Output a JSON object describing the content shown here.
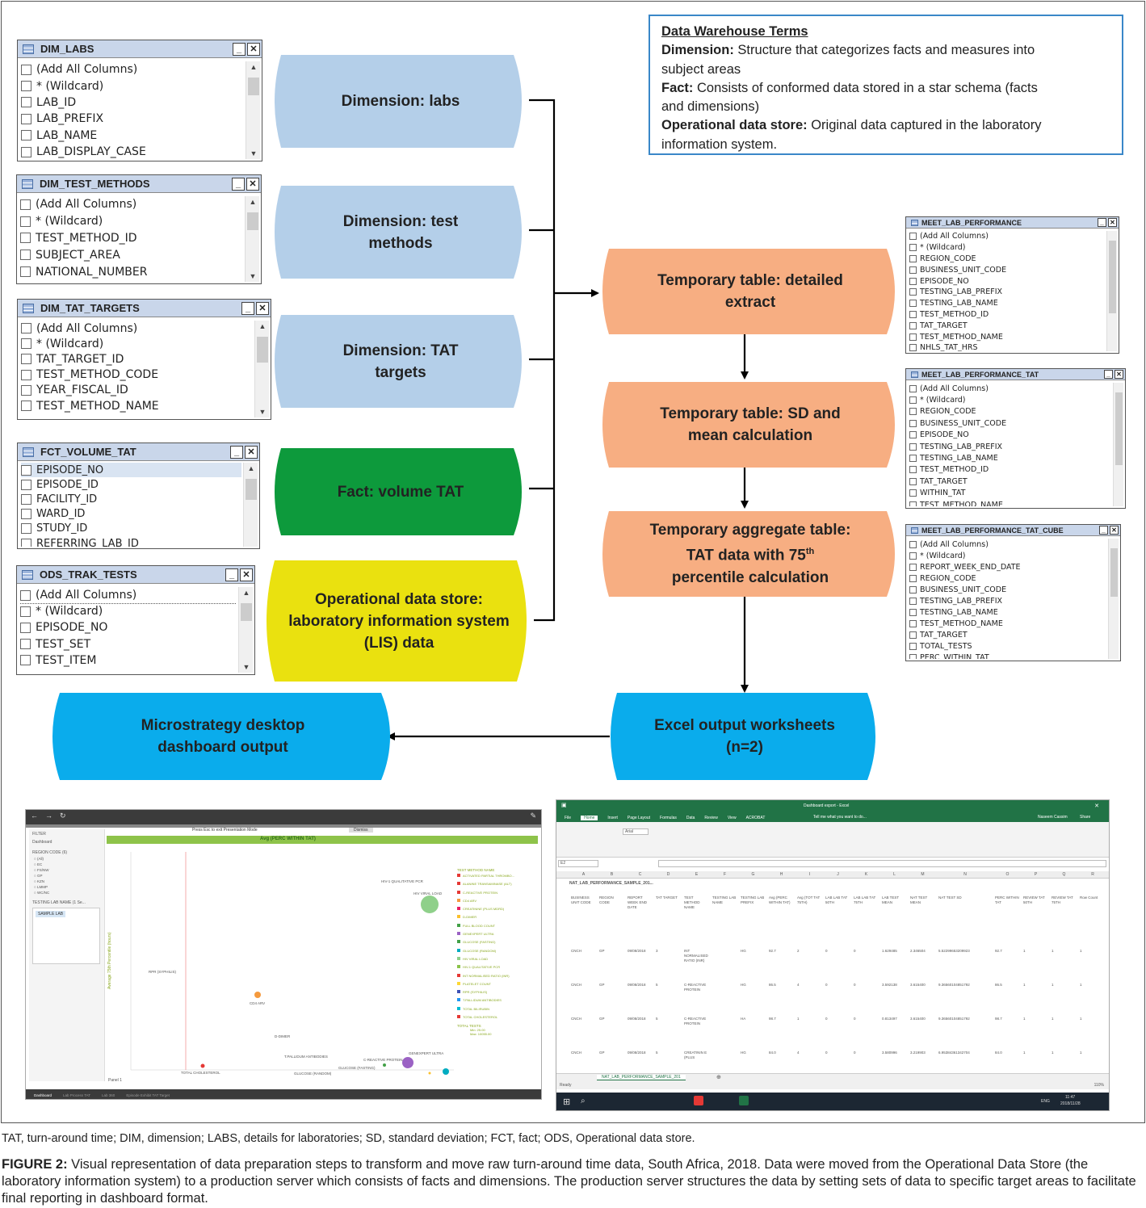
{
  "terms": {
    "heading": "Data Warehouse Terms",
    "items": [
      {
        "term": "Dimension:",
        "def": " Structure that categorizes facts and measures into subject areas"
      },
      {
        "term": "Fact:",
        "def": " Consists of conformed data stored in a star schema (facts and dimensions)"
      },
      {
        "term": "Operational data store:",
        "def": " Original data captured in the laboratory information system."
      }
    ]
  },
  "sources": [
    {
      "label": "Dimension: labs",
      "color": "#b4cfe9"
    },
    {
      "label": "Dimension: test\nmethods",
      "color": "#b4cfe9"
    },
    {
      "label": "Dimension: TAT\ntargets",
      "color": "#b4cfe9"
    },
    {
      "label": "Fact: volume TAT",
      "color": "#0d9a3c"
    },
    {
      "label": "Operational data store:\nlaboratory information system\n(LIS) data",
      "color": "#eae10f"
    }
  ],
  "steps": [
    {
      "label": "Temporary table: detailed\nextract",
      "color": "#f7ae82"
    },
    {
      "label": "Temporary table: SD and\nmean calculation",
      "color": "#f7ae82"
    },
    {
      "label": "Temporary aggregate table:\nTAT data with 75th\npercentile calculation",
      "color": "#f7ae82"
    }
  ],
  "outputs": [
    {
      "label": "Excel output worksheets\n(n=2)",
      "color": "#0aacec"
    },
    {
      "label": "Microstrategy desktop\ndashboard output",
      "color": "#0aacec"
    }
  ],
  "left_windows": [
    {
      "title": "DIM_LABS",
      "rows": [
        "(Add All Columns)",
        "* (Wildcard)",
        "LAB_ID",
        "LAB_PREFIX",
        "LAB_NAME",
        "LAB_DISPLAY_CASE"
      ]
    },
    {
      "title": "DIM_TEST_METHODS",
      "rows": [
        "(Add All Columns)",
        "* (Wildcard)",
        "TEST_METHOD_ID",
        "SUBJECT_AREA",
        "NATIONAL_NUMBER"
      ]
    },
    {
      "title": "DIM_TAT_TARGETS",
      "rows": [
        "(Add All Columns)",
        "* (Wildcard)",
        "TAT_TARGET_ID",
        "TEST_METHOD_CODE",
        "YEAR_FISCAL_ID",
        "TEST_METHOD_NAME"
      ]
    },
    {
      "title": "FCT_VOLUME_TAT",
      "rows": [
        "EPISODE_NO",
        "EPISODE_ID",
        "FACILITY_ID",
        "WARD_ID",
        "STUDY_ID",
        "REFERRING_LAB_ID"
      ]
    },
    {
      "title": "ODS_TRAK_TESTS",
      "rows": [
        "(Add All Columns)",
        "* (Wildcard)",
        "EPISODE_NO",
        "TEST_SET",
        "TEST_ITEM"
      ]
    }
  ],
  "right_windows": [
    {
      "title": "MEET_LAB_PERFORMANCE",
      "rows": [
        "(Add All Columns)",
        "* (Wildcard)",
        "REGION_CODE",
        "BUSINESS_UNIT_CODE",
        "EPISODE_NO",
        "TESTING_LAB_PREFIX",
        "TESTING_LAB_NAME",
        "TEST_METHOD_ID",
        "TAT_TARGET",
        "TEST_METHOD_NAME",
        "NHLS_TAT_HRS"
      ]
    },
    {
      "title": "MEET_LAB_PERFORMANCE_TAT",
      "rows": [
        "(Add All Columns)",
        "* (Wildcard)",
        "REGION_CODE",
        "BUSINESS_UNIT_CODE",
        "EPISODE_NO",
        "TESTING_LAB_PREFIX",
        "TESTING_LAB_NAME",
        "TEST_METHOD_ID",
        "TAT_TARGET",
        "WITHIN_TAT",
        "TEST_METHOD_NAME"
      ]
    },
    {
      "title": "MEET_LAB_PERFORMANCE_TAT_CUBE",
      "rows": [
        "(Add All Columns)",
        "* (Wildcard)",
        "REPORT_WEEK_END_DATE",
        "REGION_CODE",
        "BUSINESS_UNIT_CODE",
        "TESTING_LAB_PREFIX",
        "TESTING_LAB_NAME",
        "TEST_METHOD_NAME",
        "TAT_TARGET",
        "TOTAL_TESTS",
        "PERC_WITHIN_TAT"
      ]
    }
  ],
  "dashboard": {
    "title": "Avg (PERC WITHIN TAT)",
    "mode": "Press Esc to exit Presentation Mode",
    "dismiss": "Dismiss",
    "filter": "FILTER",
    "dashboard_label": "Dashboard",
    "region_header": "REGION CODE (6)",
    "regions": [
      "(All)",
      "EC",
      "FS/NW",
      "GP",
      "KZN",
      "LMMP",
      "WC/NC"
    ],
    "lab_header": "TESTING LAB NAME (1 Se...",
    "lab_chip": "SAMPLE LAB",
    "ylabel": "Average 75th Percentile (hours)",
    "legend_title": "TEST METHOD NAME",
    "legend": [
      "ACTIVATED PARTIAL THROMBO...",
      "ALANINE TRANSAMINASE (ALT)",
      "C-REACTIVE PROTEIN",
      "CD4 ARV",
      "CREATININE (PLUS MDRD)",
      "D-DIMER",
      "FULL BLOOD COUNT",
      "GENEXPERT ULTRA",
      "GLUCOSE (FASTING)",
      "GLUCOSE (RANDOM)",
      "HIV VIRAL LOAD",
      "HIV-1 QUALITATIVE PCR",
      "INT NORMALISED RATIO (INR)",
      "PLATELET COUNT",
      "RPR (SYPHILIS)",
      "T.PALLIDUM ANTIBODIES",
      "TOTAL BILIRUBIN",
      "TOTAL CHOLESTEROL"
    ],
    "total_tests": "TOTAL TESTS",
    "min": "Min: 25.00",
    "max": "Max: 10055.00",
    "points": [
      "HIV-1 QUALITATIVE PCR",
      "HIV VIRAL LOAD",
      "RPR (SYPHILIS)",
      "CD4 ARV",
      "D-DIMER",
      "T.PALLIDUM ANTIBODIES",
      "C-REACTIVE PROTEIN",
      "GENEXPERT ULTRA",
      "GLUCOSE (FASTING)",
      "GLUCOSE (RANDOM)",
      "TOTAL CHOLESTEROL"
    ],
    "panel": "Panel 1",
    "tabs": [
      "Dashboard",
      "Lab Process TAT",
      "Lab 360",
      "Episode Exhibit TAT Target"
    ]
  },
  "excel": {
    "title": "Dashboard export - Excel",
    "menu": [
      "File",
      "Home",
      "Insert",
      "Page Layout",
      "Formulas",
      "Data",
      "Review",
      "View",
      "ACROBAT"
    ],
    "tell": "Tell me what you want to do...",
    "user": "Naseem Cassim",
    "share": "Share",
    "cell_ref": "E2",
    "font": "Arial",
    "a1": "NAT_LAB_PERFORMANCE_SAMPLE_201...",
    "cols": [
      "A",
      "B",
      "C",
      "D",
      "E",
      "F",
      "G",
      "H",
      "I",
      "J",
      "K",
      "L",
      "M",
      "N",
      "O",
      "P",
      "Q",
      "R"
    ],
    "headers": [
      "BUSINESS UNIT CODE",
      "REGION CODE",
      "REPORT WEEK END DATE",
      "TAT TARGET",
      "TEST METHOD NAME",
      "TESTING LAB NAME",
      "TESTING LAB PREFIX",
      "Avg (PERC WITHIN TAT)",
      "Avg (TOT TAT 75TH)",
      "LAB LAB TAT 50TH",
      "LAB LAB TAT 75TH",
      "LAB TEST MEAN",
      "NAT TEST MEAN",
      "NAT TEST SD",
      "PERC WITHIN TAT",
      "REVIEW TAT 50TH",
      "REVIEW TAT 75TH",
      "Row Count"
    ],
    "rows": [
      [
        "CNCH",
        "GP",
        "09/08/2018",
        "3",
        "INT NORMALISED RATIO (INR)",
        "",
        "HG",
        "92.7",
        "2",
        "0",
        "0",
        "1.629485",
        "2.346504",
        "5.52299653209923",
        "92.7",
        "1",
        "1",
        "1"
      ],
      [
        "CNCH",
        "GP",
        "09/08/2018",
        "5",
        "C-REACTIVE PROTEIN",
        "",
        "HG",
        "86.5",
        "4",
        "0",
        "0",
        "3.592138",
        "3.615400",
        "9.36560104851792",
        "86.5",
        "1",
        "1",
        "1"
      ],
      [
        "CNCH",
        "GP",
        "09/08/2018",
        "5",
        "C-REACTIVE PROTEIN",
        "",
        "HA",
        "98.7",
        "1",
        "0",
        "0",
        "0.813497",
        "3.615400",
        "9.36560104851792",
        "98.7",
        "1",
        "1",
        "1"
      ],
      [
        "CNCH",
        "GP",
        "09/08/2018",
        "5",
        "CREATININ E (PLUS",
        "",
        "HG",
        "84.0",
        "4",
        "0",
        "0",
        "3.580996",
        "3.219903",
        "6.95384361342704",
        "84.0",
        "1",
        "1",
        "1"
      ]
    ],
    "sheet_tab": "NAT_LAB_PERFORMANCE_SAMPLE_201",
    "ready": "Ready",
    "zoom": "110%",
    "lang": "ENG",
    "time": "11:47",
    "date": "2018/11/28"
  },
  "abbrev": "TAT, turn-around time; DIM, dimension; LABS, details for laboratories; SD, standard deviation; FCT, fact; ODS, Operational data store.",
  "figure": {
    "label": "FIGURE 2:",
    "text": " Visual representation of data preparation steps to transform and move raw turn-around time data, South Africa, 2018. Data were moved from the Operational Data Store (the laboratory information system) to a production server which consists of facts and dimensions. The production server structures the data by setting sets of data to specific target areas to facilitate final reporting in dashboard format."
  }
}
